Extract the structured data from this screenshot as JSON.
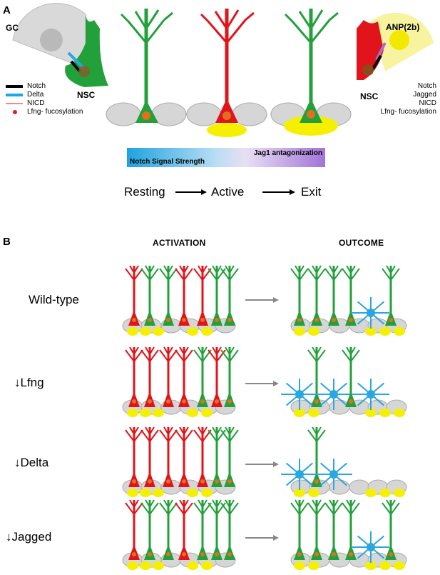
{
  "panel_a": {
    "letter": "A",
    "left_inset": {
      "gc": "GC",
      "nsc": "NSC"
    },
    "right_inset": {
      "anp": "ANP(2b)",
      "nsc": "NSC"
    },
    "left_legend": [
      {
        "label": "Notch",
        "color": "#000000",
        "kind": "bar"
      },
      {
        "label": "Delta",
        "color": "#1ea7e1",
        "kind": "bar"
      },
      {
        "label": "NICD",
        "color": "#f08a8a",
        "kind": "line"
      },
      {
        "label": "Lfng- fucosylation",
        "color": "#e0202a",
        "kind": "dot"
      }
    ],
    "right_legend": [
      {
        "label": "Notch",
        "color": "#000000",
        "kind": "bar"
      },
      {
        "label": "Jagged",
        "color": "#a86fd0",
        "kind": "bar"
      },
      {
        "label": "NICD",
        "color": "#f08a8a",
        "kind": "line"
      },
      {
        "label": "Lfng- fucosylation",
        "color": "#e0202a",
        "kind": "dot"
      }
    ],
    "gradient": {
      "left_text": "Notch Signal Strength",
      "right_text": "Jag1 antagonization"
    },
    "sequence": {
      "resting": "Resting",
      "active": "Active",
      "exit": "Exit"
    }
  },
  "panel_b": {
    "letter": "B",
    "col_activation": "ACTIVATION",
    "col_outcome": "OUTCOME",
    "rows": [
      {
        "label": "Wild-type",
        "arrow_prefix": ""
      },
      {
        "label": "Lfng",
        "arrow_prefix": "↓"
      },
      {
        "label": "Delta",
        "arrow_prefix": "↓"
      },
      {
        "label": "Jagged",
        "arrow_prefix": "↓"
      }
    ]
  },
  "colors": {
    "green": "#22a03a",
    "red": "#e0141a",
    "blue": "#2aa6e0",
    "yellow": "#f5f000",
    "grey": "#d6d6d6",
    "orange": "#e07020"
  }
}
